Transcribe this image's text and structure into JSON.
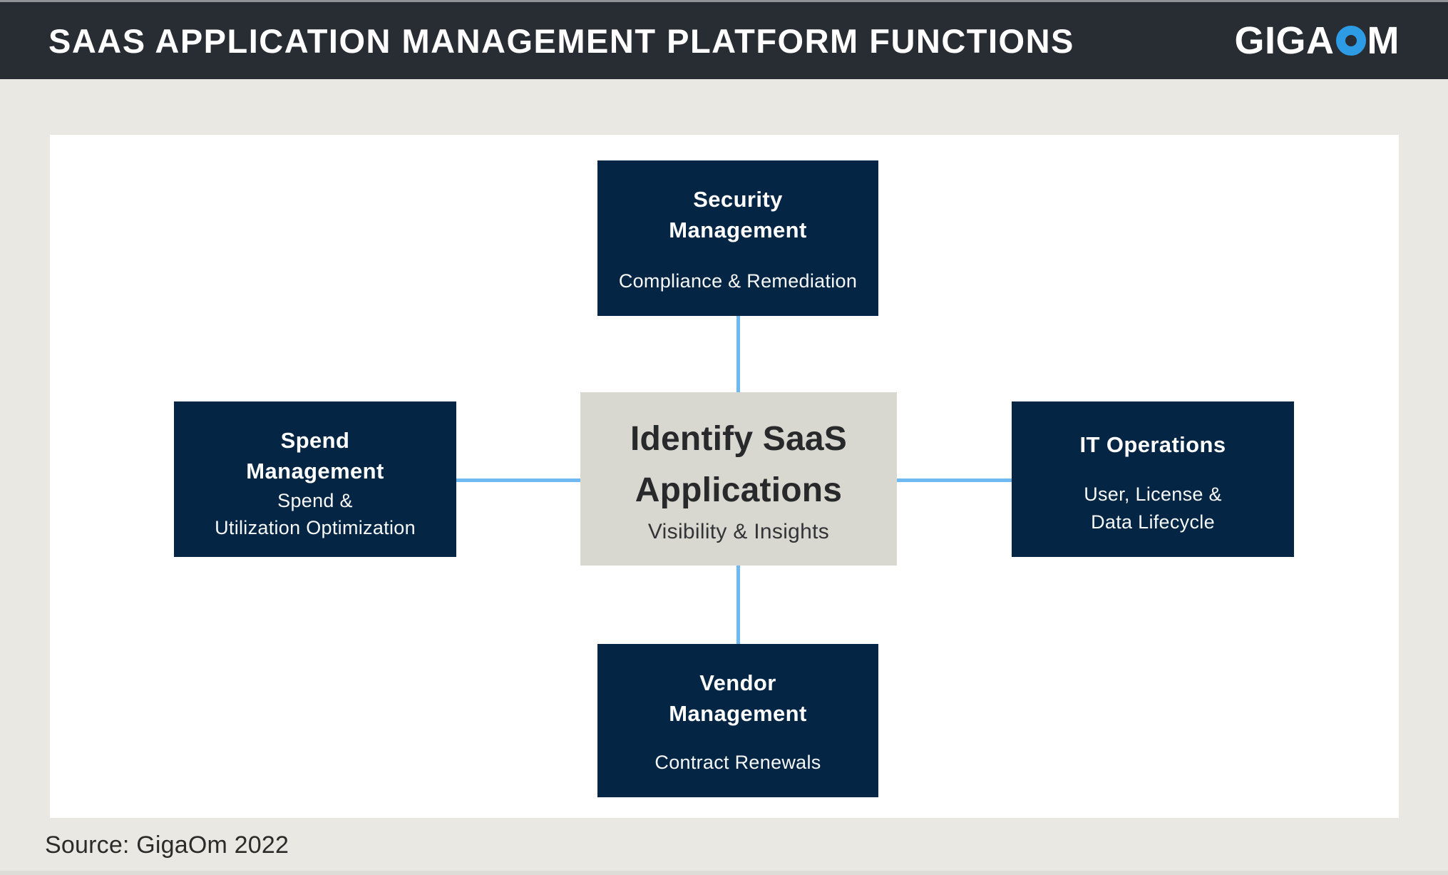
{
  "header": {
    "title": "SAAS APPLICATION MANAGEMENT PLATFORM FUNCTIONS",
    "logo": {
      "part1": "GIGA",
      "part2": "M",
      "o_icon": "gigaom-blue-ring"
    }
  },
  "diagram": {
    "center": {
      "title": "Identify SaaS\nApplications",
      "subtitle": "Visibility & Insights"
    },
    "top": {
      "title": "Security\nManagement",
      "subtitle": "Compliance & Remediation"
    },
    "left": {
      "title": "Spend\nManagement",
      "subtitle": "Spend &\nUtilization Optimization"
    },
    "right": {
      "title": "IT Operations",
      "subtitle": "User, License &\nData Lifecycle"
    },
    "bottom": {
      "title": "Vendor\nManagement",
      "subtitle": "Contract Renewals"
    }
  },
  "footer": {
    "source": "Source: GigaOm 2022"
  },
  "colors": {
    "header_bg": "#282C33",
    "top_strip": "#8F9297",
    "page_bg": "#E9E8E2",
    "panel_bg": "#FFFFFF",
    "navy_box": "#042543",
    "center_box": "#D9D8D0",
    "connector_blue": "#6FB9F2",
    "logo_blue": "#2E9BE5"
  }
}
